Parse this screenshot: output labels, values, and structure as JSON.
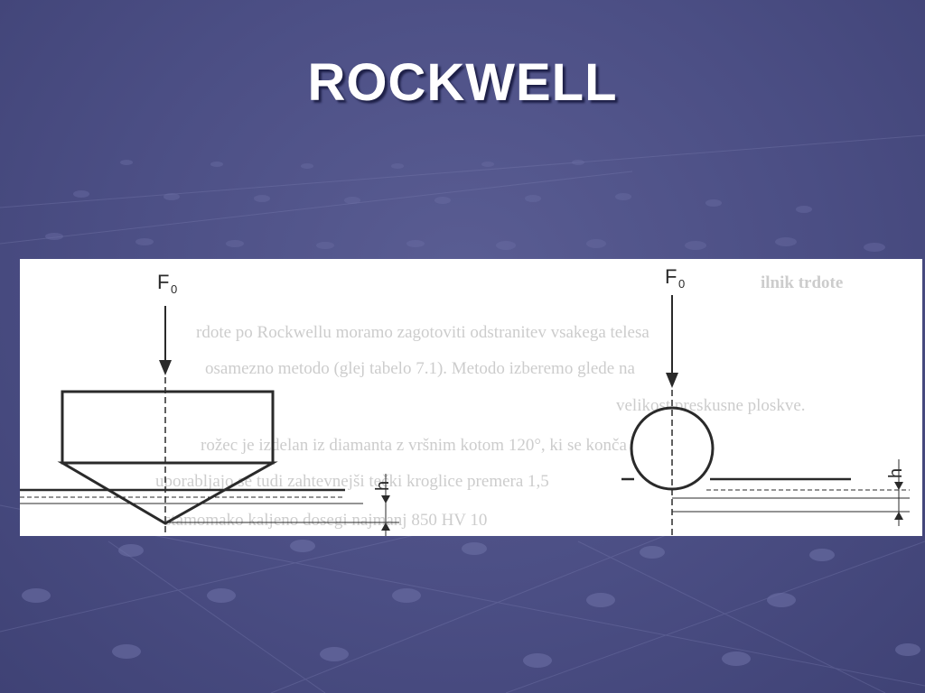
{
  "slide": {
    "title": "ROCKWELL",
    "background_color": "#4b4e84"
  },
  "diagram": {
    "left": {
      "force_label": "F",
      "force_subscript": "0",
      "depth_label": "h",
      "indenter": "diamond-cone"
    },
    "right": {
      "force_label": "F",
      "force_subscript": "0",
      "depth_label": "h",
      "indenter": "steel-ball"
    }
  },
  "bleed_through_text": [
    "ilnik trdote",
    "rdote po Rockwellu moramo zagotoviti odstranitev vsakega telesa",
    "osamezno metodo (glej tabelo 7.1). Metodo izberemo glede na",
    "velikost preskusne ploskve.",
    "rožec je izdelan iz diamanta z vršnim kotom 120°, ki se konča s",
    "uporabljajo se tudi zahtevnejši tečki kroglice premera 1,5",
    "stamomako kaljeno dosegi najmanj 850 HV 10"
  ]
}
